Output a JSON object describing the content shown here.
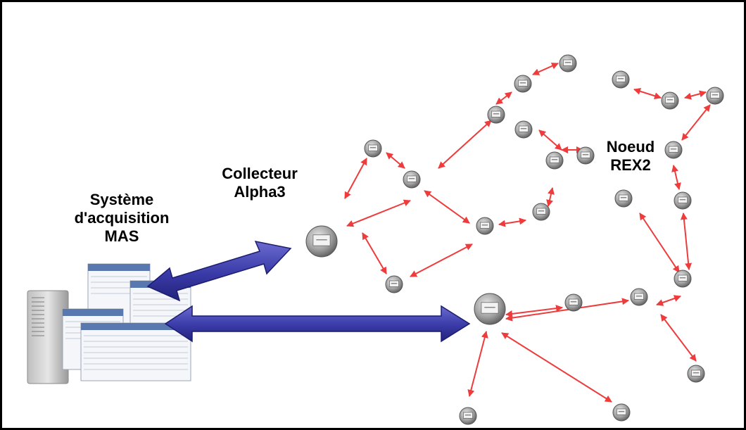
{
  "labels": {
    "system": [
      "Système",
      "d'acquisition",
      "MAS"
    ],
    "collector": [
      "Collecteur",
      "Alpha3"
    ],
    "node": [
      "Noeud",
      "REX2"
    ]
  },
  "colors": {
    "border": "#000000",
    "rf_link": "#ee3b3b",
    "wan_link": "#3a3aa8",
    "wan_link_edge": "#1c1c70",
    "meter_body": "#a8a8a8",
    "meter_face": "#f2f2f2"
  },
  "icons": {
    "server": "server-with-screenshots-icon",
    "collector": "collector-meter-icon",
    "meter": "electric-meter-icon"
  }
}
